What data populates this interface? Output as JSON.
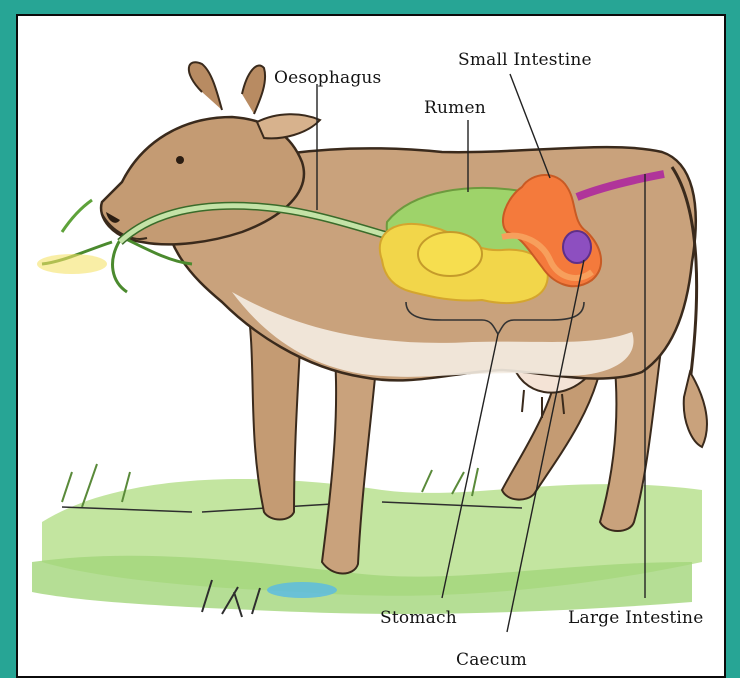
{
  "labels": {
    "oesophagus": "Oesophagus",
    "small_intestine": "Small Intestine",
    "rumen": "Rumen",
    "stomach": "Stomach",
    "large_intestine": "Large Intestine",
    "caecum": "Caecum"
  },
  "colors": {
    "frame": "#27a595",
    "cow_body": "#c9a27c",
    "cow_belly": "#f4ece2",
    "oesophagus": "#c4e3a7",
    "rumen": "#9ed36a",
    "stomach": "#f2d64a",
    "small_intestine": "#f47a3c",
    "large_intestine": "#b0349a",
    "caecum": "#8d4fc0",
    "grass": "#9ed36a",
    "leader_line": "#222222"
  }
}
